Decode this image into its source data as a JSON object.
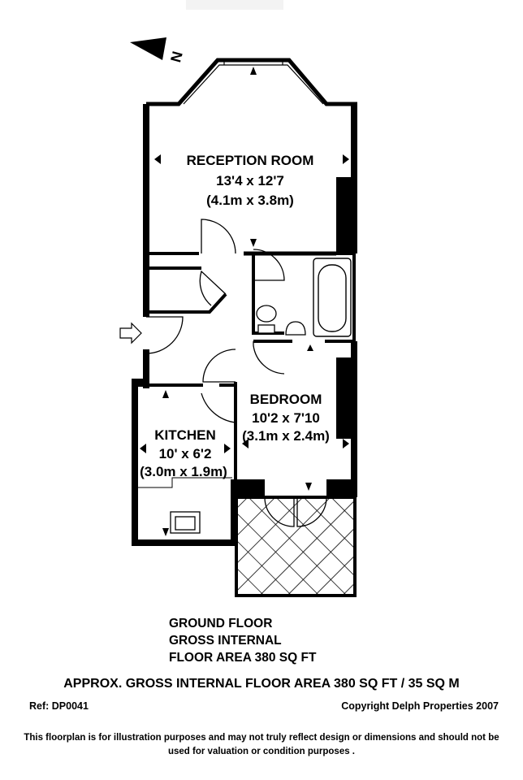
{
  "rooms": {
    "reception": {
      "name": "RECEPTION ROOM",
      "size_imperial": "13'4 x 12'7",
      "size_metric": "(4.1m x 3.8m)"
    },
    "bedroom": {
      "name": "BEDROOM",
      "size_imperial": "10'2 x 7'10",
      "size_metric": "(3.1m x 2.4m)"
    },
    "kitchen": {
      "name": "KITCHEN",
      "size_imperial": "10' x 6'2",
      "size_metric": "(3.0m x 1.9m)"
    }
  },
  "compass": {
    "label": "N"
  },
  "floor_info": {
    "line1": "GROUND FLOOR",
    "line2": "GROSS INTERNAL",
    "line3": "FLOOR AREA 380 SQ FT"
  },
  "total_area": "APPROX. GROSS INTERNAL FLOOR AREA 380 SQ FT / 35 SQ M",
  "ref": "Ref: DP0041",
  "copyright": "Copyright Delph Properties 2007",
  "disclaimer": "This floorplan is for illustration purposes and may not truly reflect design or dimensions and should not be used for valuation or condition purposes  ."
}
